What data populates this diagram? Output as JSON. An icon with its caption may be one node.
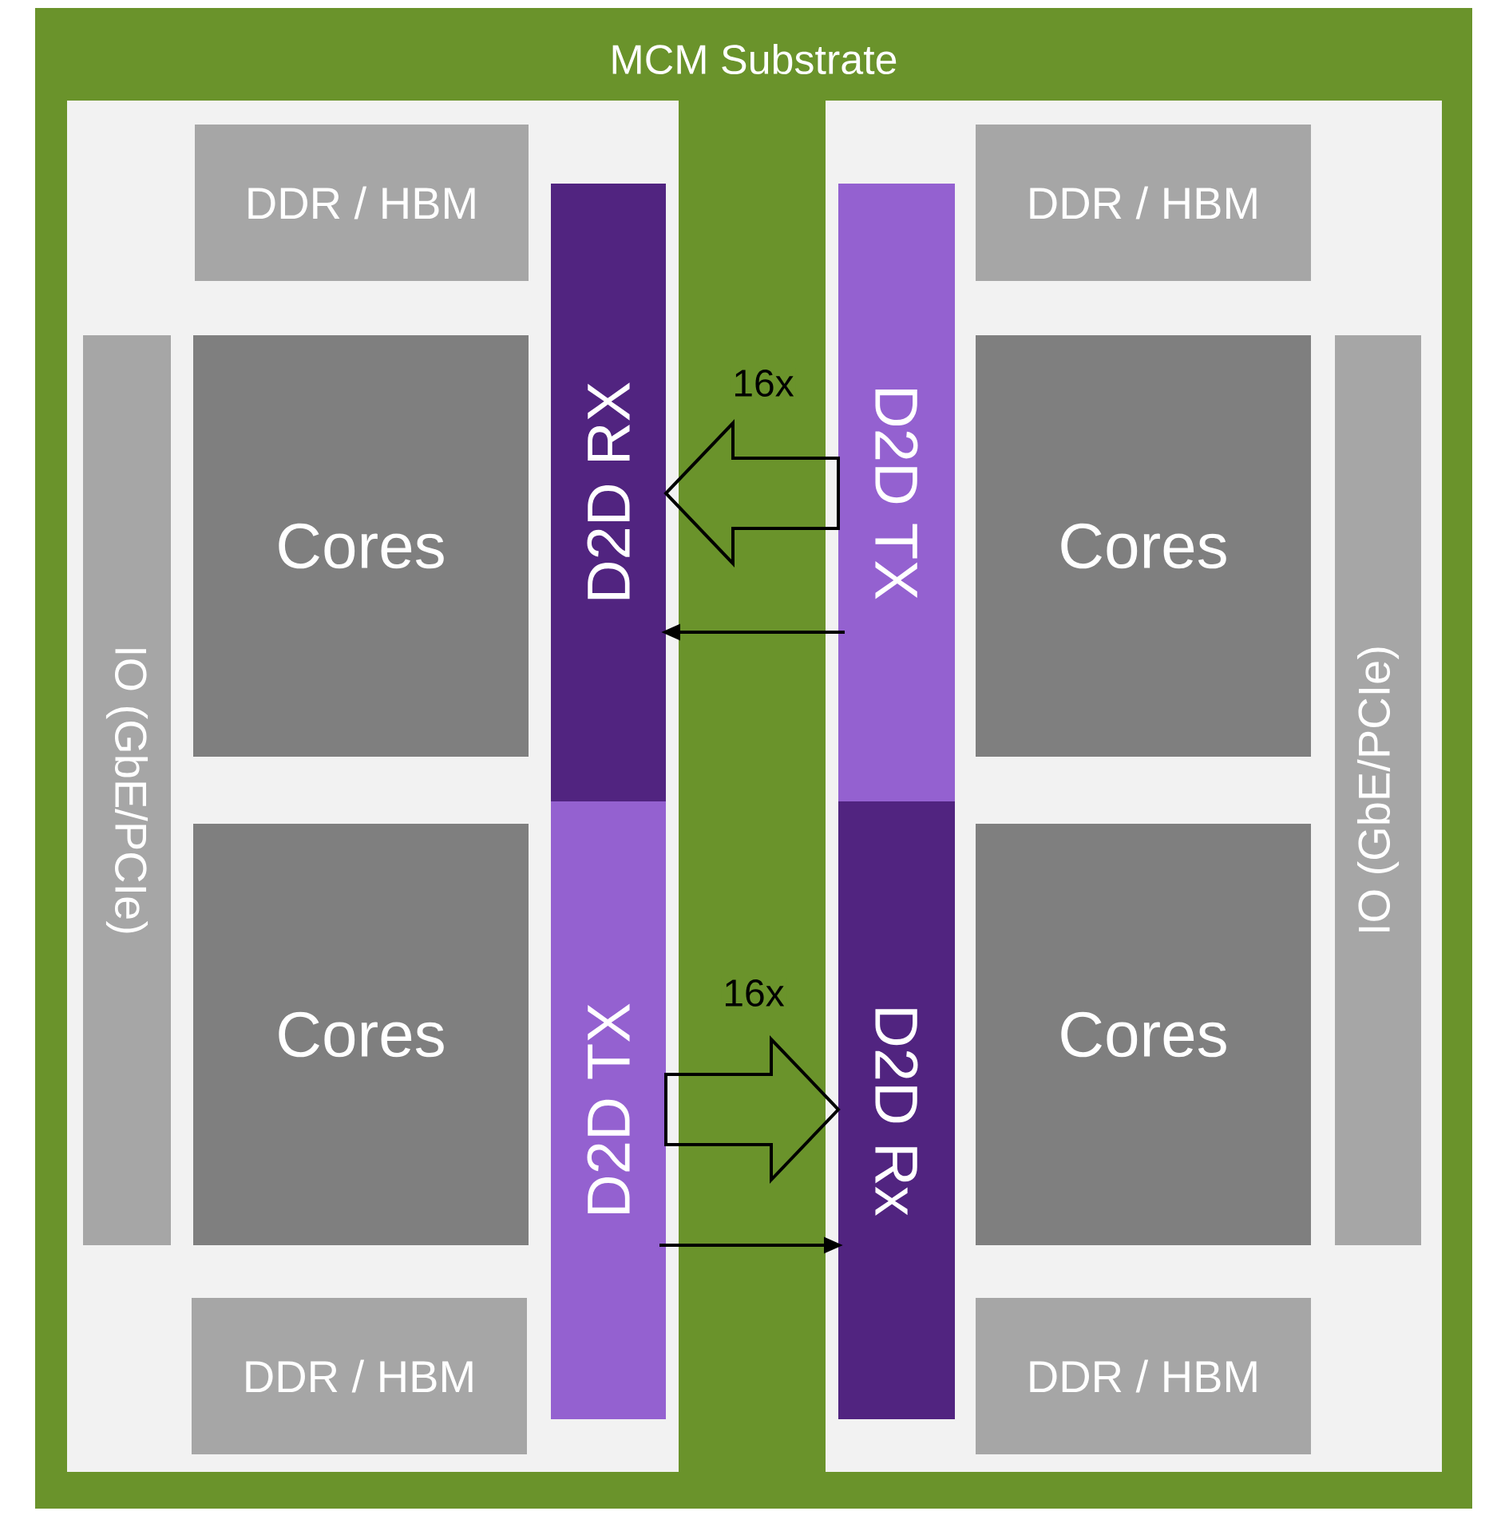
{
  "diagram": {
    "nodes": [
      {
        "text": [
          "MCM Substrate"
        ]
      },
      {
        "text": [],
        "shape": "box",
        "in": 0
      },
      {
        "text": [
          "DDR / HBM"
        ],
        "in": 1
      },
      {
        "text": [
          "IO (GbE/PCIe)"
        ],
        "in": 1
      },
      {
        "text": [
          "Cores"
        ],
        "in": 1
      },
      {
        "text": [
          "D2D RX"
        ],
        "in": 1
      },
      {
        "text": [
          "Cores"
        ],
        "in": 1
      },
      {
        "text": [
          "D2D TX"
        ],
        "in": 1
      },
      {
        "text": [
          "DDR / HBM"
        ],
        "in": 1
      },
      {
        "text": [],
        "shape": "box",
        "in": 0
      },
      {
        "text": [
          "DDR / HBM"
        ],
        "in": 9
      },
      {
        "text": [
          "D2D TX"
        ],
        "in": 9
      },
      {
        "text": [
          "Cores"
        ],
        "in": 9
      },
      {
        "text": [
          "IO (GbE/PCIe)"
        ],
        "in": 9
      },
      {
        "text": [
          "Cores"
        ],
        "in": 9
      },
      {
        "text": [
          "D2D Rx"
        ],
        "in": 9
      },
      {
        "text": [
          "DDR / HBM"
        ],
        "in": 9
      }
    ],
    "edges": [
      {
        "from": 11,
        "to": 5,
        "arrow": "to",
        "label": "16x",
        "style": "thick"
      },
      {
        "from": 11,
        "to": 5,
        "arrow": "to"
      },
      {
        "from": 7,
        "to": 15,
        "arrow": "to",
        "label": "16x",
        "style": "thick"
      },
      {
        "from": 7,
        "to": 15,
        "arrow": "to"
      }
    ]
  }
}
